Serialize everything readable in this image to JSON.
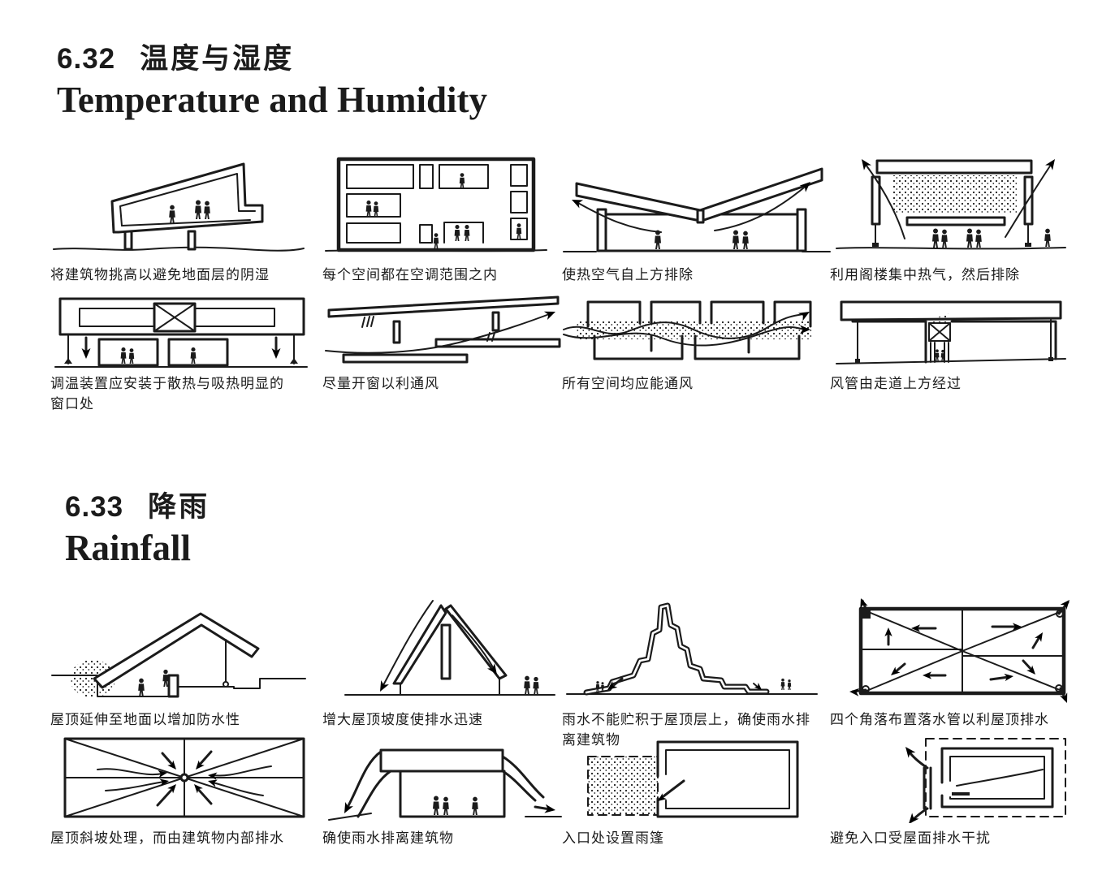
{
  "page": {
    "background": "#ffffff",
    "ink": "#1b1b1b"
  },
  "sections": [
    {
      "number": "6.32",
      "title_zh": "温度与湿度",
      "title_en": "Temperature and Humidity",
      "figures": [
        {
          "caption": "将建筑物挑高以避免地面层的阴湿"
        },
        {
          "caption": "每个空间都在空调范围之内"
        },
        {
          "caption": "使热空气自上方排除"
        },
        {
          "caption": "利用阁楼集中热气，然后排除"
        },
        {
          "caption": "调温装置应安装于散热与吸热明显的窗口处"
        },
        {
          "caption": "尽量开窗以利通风"
        },
        {
          "caption": "所有空间均应能通风"
        },
        {
          "caption": "风管由走道上方经过"
        }
      ]
    },
    {
      "number": "6.33",
      "title_zh": "降雨",
      "title_en": "Rainfall",
      "figures": [
        {
          "caption": "屋顶延伸至地面以增加防水性"
        },
        {
          "caption": "增大屋顶坡度使排水迅速"
        },
        {
          "caption": "雨水不能贮积于屋顶层上，确使雨水排离建筑物"
        },
        {
          "caption": "四个角落布置落水管以利屋顶排水"
        },
        {
          "caption": "屋顶斜坡处理，而由建筑物内部排水"
        },
        {
          "caption": "确使雨水排离建筑物"
        },
        {
          "caption": "入口处设置雨篷"
        },
        {
          "caption": "避免入口受屋面排水干扰"
        }
      ]
    }
  ]
}
